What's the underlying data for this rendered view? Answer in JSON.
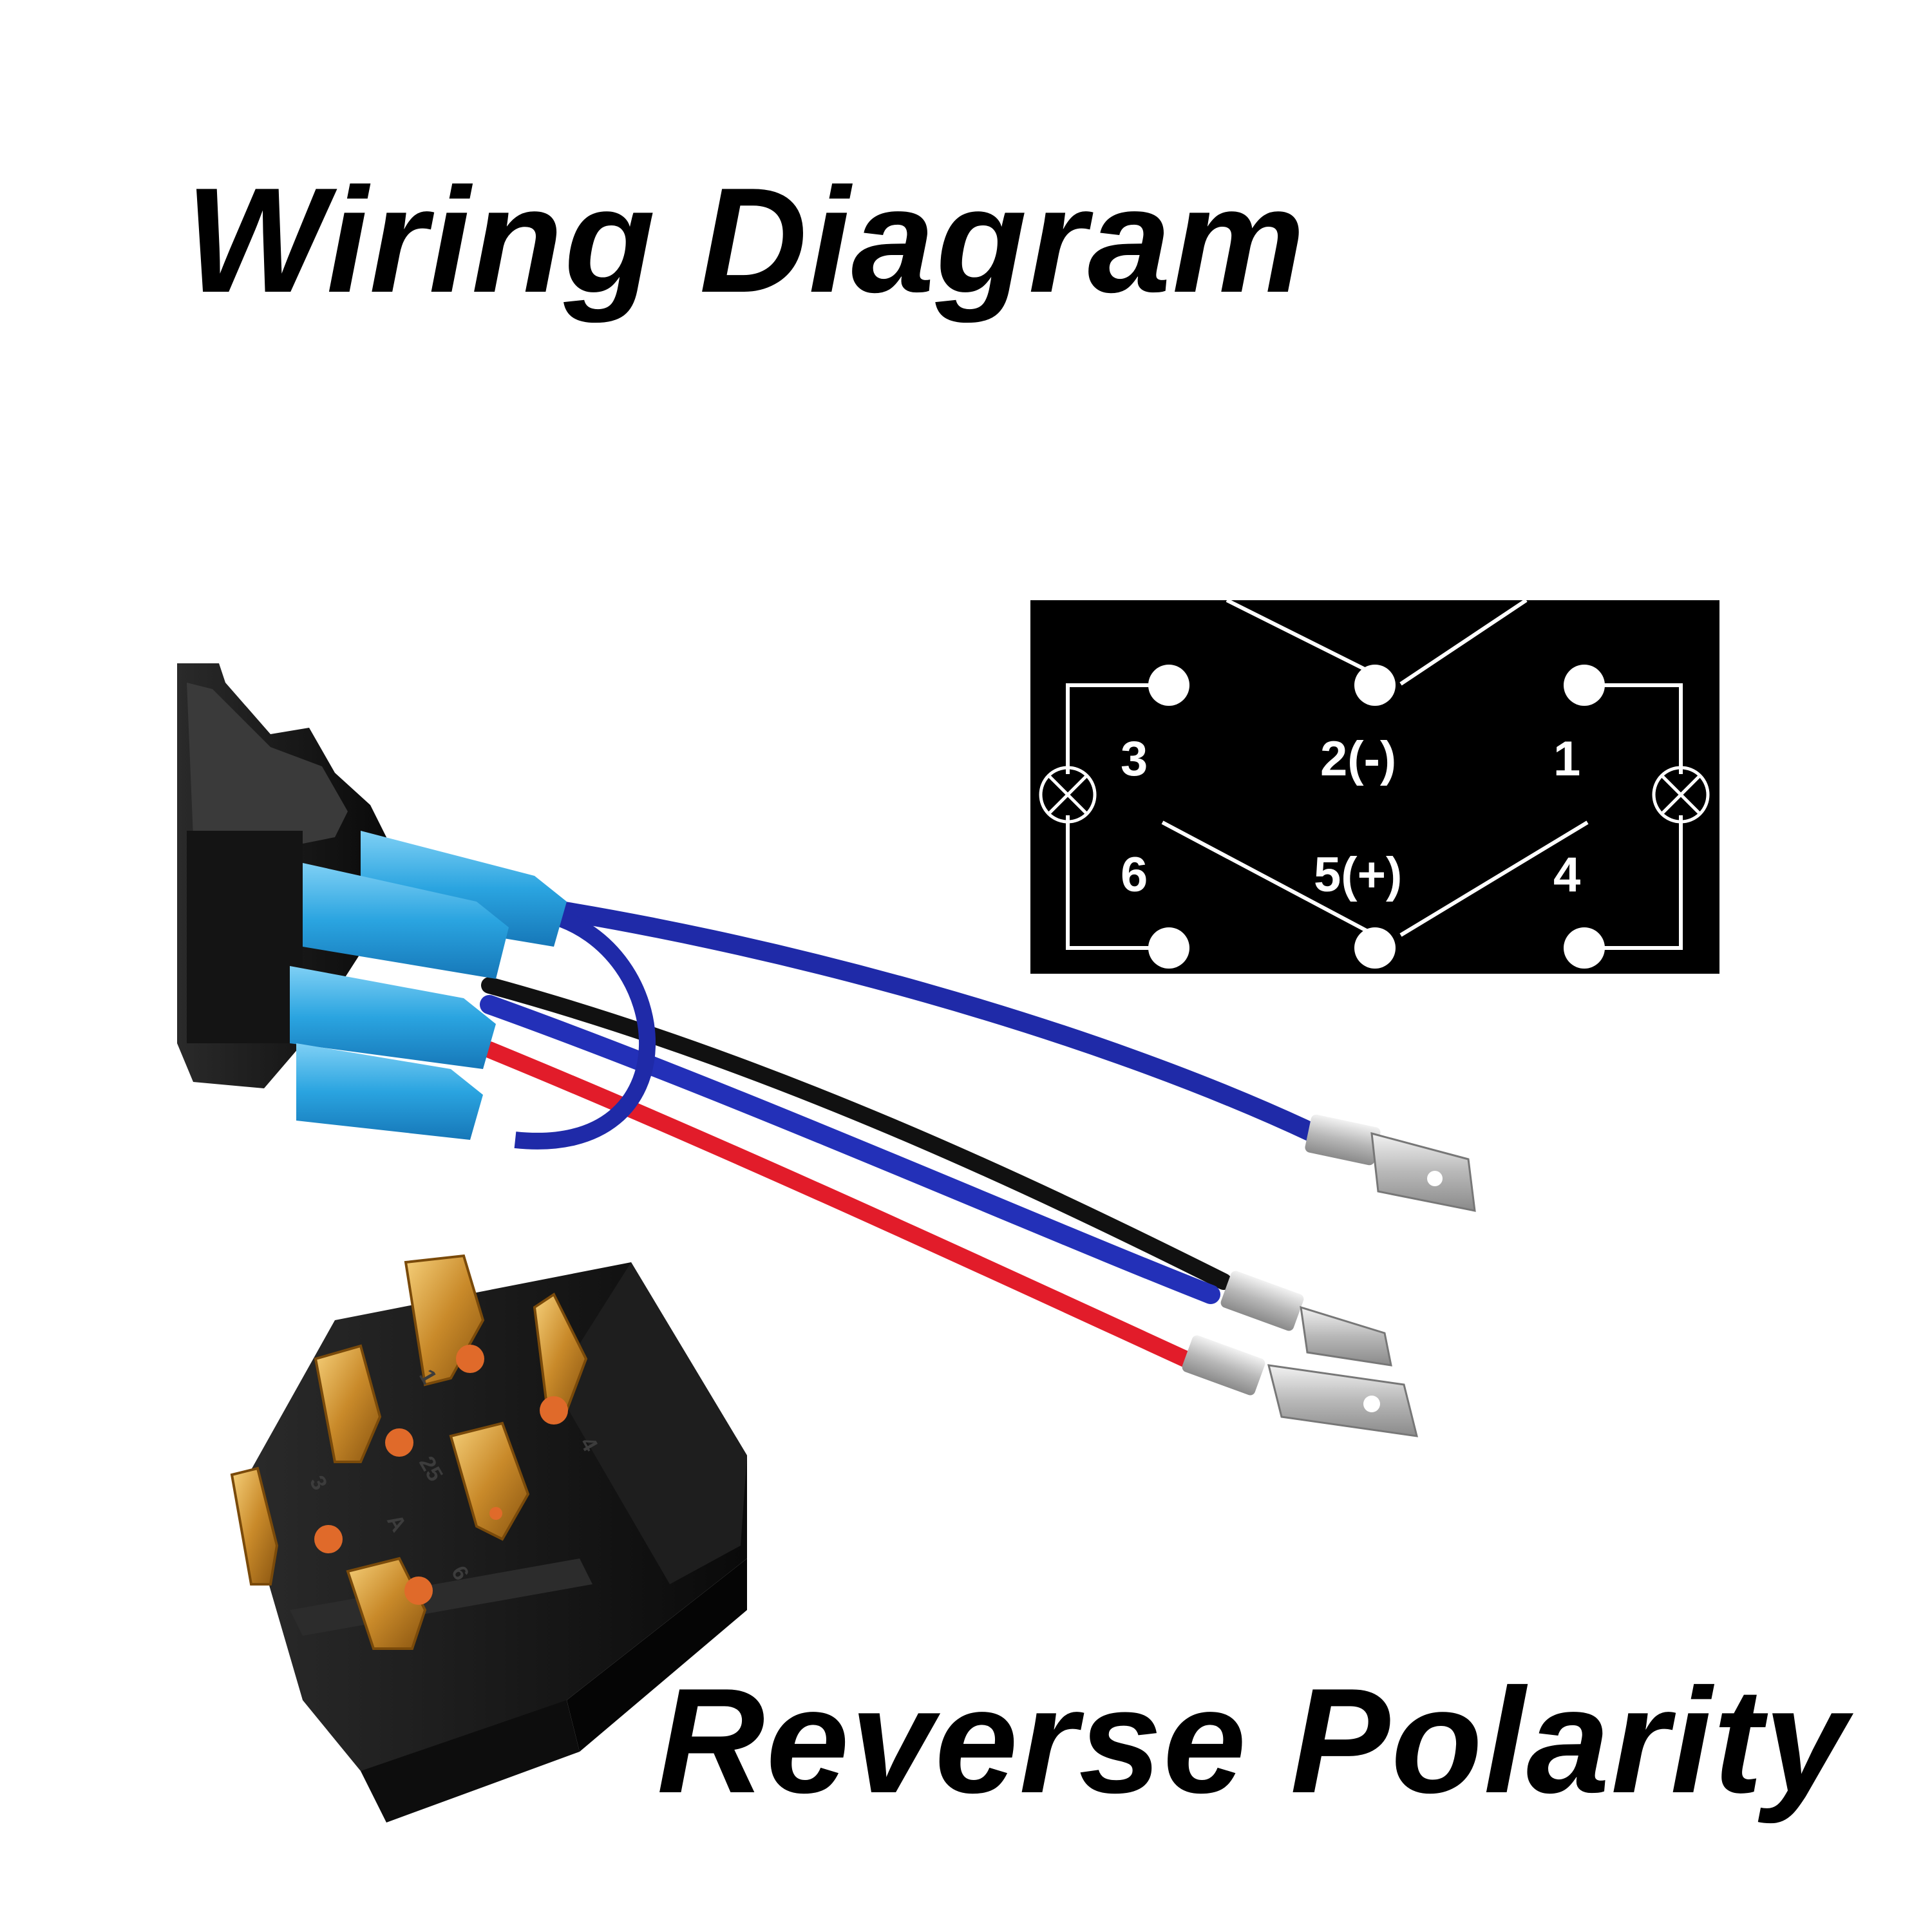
{
  "title": "Wiring Diagram",
  "subtitle": "Reverse Polarity",
  "schematic": {
    "pin_labels": {
      "pin3": "3",
      "pin2": "2(-)",
      "pin1": "1",
      "pin6": "6",
      "pin5": "5(+)",
      "pin4": "4"
    },
    "lamp_symbols": [
      "indicator-lamp",
      "indicator-lamp"
    ]
  },
  "photo": {
    "wire_colors": [
      "blue",
      "blue",
      "black",
      "red"
    ],
    "connector_color": "#2aa4e0",
    "terminal_color": "#c0c0c0",
    "switch_pin_color": "#c98a2a",
    "switch_housing_color": "#111111"
  },
  "switch_labels": {
    "pin1": "1",
    "pin25": "25",
    "pin3": "3",
    "pinA": "A",
    "pin6": "6",
    "pin4": "4"
  }
}
